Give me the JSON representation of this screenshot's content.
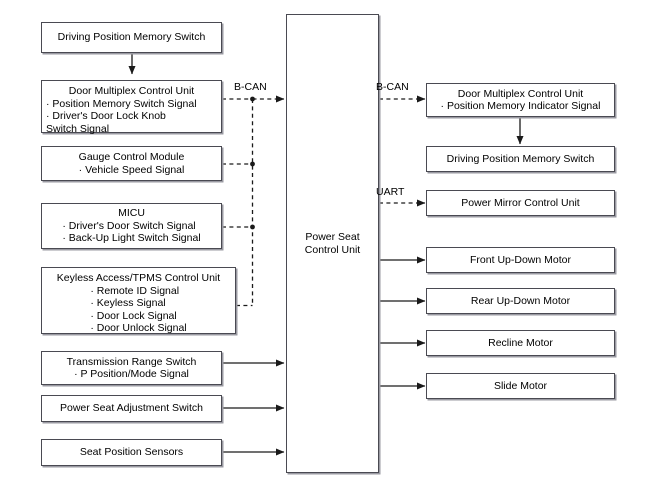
{
  "diagram": {
    "title": "Power Seat Control Unit System Diagram",
    "colors": {
      "box_border": "#4a4a52",
      "box_shadow": "#9a9aa2",
      "wire": "#1a1a1a",
      "background": "#ffffff"
    }
  },
  "center": {
    "name": "Power Seat Control Unit",
    "line1": "Power Seat",
    "line2": "Control Unit"
  },
  "left_inputs": [
    {
      "id": "driving-position-memory-switch",
      "title": "Driving Position Memory Switch",
      "signals": []
    },
    {
      "id": "door-multiplex-control-unit",
      "title": "Door Multiplex Control Unit",
      "signals": [
        "· Position Memory Switch Signal",
        "· Driver's Door Lock Knob",
        "Switch Signal"
      ]
    },
    {
      "id": "gauge-control-module",
      "title": "Gauge Control Module",
      "signals": [
        "· Vehicle Speed Signal"
      ]
    },
    {
      "id": "micu",
      "title": "MICU",
      "signals": [
        "· Driver's Door Switch Signal",
        "· Back-Up Light Switch Signal"
      ]
    },
    {
      "id": "keyless-access-tpms-control-unit",
      "title": "Keyless Access/TPMS Control Unit",
      "signals": [
        "· Remote ID Signal",
        "· Keyless Signal",
        "· Door Lock Signal",
        "· Door Unlock Signal"
      ]
    },
    {
      "id": "transmission-range-switch",
      "title": "Transmission Range Switch",
      "signals": [
        "· P Position/Mode Signal"
      ]
    },
    {
      "id": "power-seat-adjustment-switch",
      "title": "Power Seat Adjustment Switch",
      "signals": []
    },
    {
      "id": "seat-position-sensors",
      "title": "Seat Position Sensors",
      "signals": []
    }
  ],
  "right_outputs": [
    {
      "id": "door-multiplex-control-unit-out",
      "title": "Door Multiplex Control Unit",
      "signals": [
        "· Position Memory Indicator Signal"
      ]
    },
    {
      "id": "driving-position-memory-switch-out",
      "title": "Driving Position Memory Switch",
      "signals": []
    },
    {
      "id": "power-mirror-control-unit",
      "title": "Power Mirror Control Unit",
      "signals": []
    },
    {
      "id": "front-up-down-motor",
      "title": "Front Up-Down Motor",
      "signals": []
    },
    {
      "id": "rear-up-down-motor",
      "title": "Rear Up-Down Motor",
      "signals": []
    },
    {
      "id": "recline-motor",
      "title": "Recline Motor",
      "signals": []
    },
    {
      "id": "slide-motor",
      "title": "Slide Motor",
      "signals": []
    }
  ],
  "bus_labels": {
    "bcan_left": "B-CAN",
    "bcan_right": "B-CAN",
    "uart": "UART"
  },
  "chart_data": {
    "type": "diagram",
    "nodes": [
      "Driving Position Memory Switch",
      "Door Multiplex Control Unit",
      "Gauge Control Module",
      "MICU",
      "Keyless Access/TPMS Control Unit",
      "Transmission Range Switch",
      "Power Seat Adjustment Switch",
      "Seat Position Sensors",
      "Power Seat Control Unit",
      "Door Multiplex Control Unit",
      "Driving Position Memory Switch",
      "Power Mirror Control Unit",
      "Front Up-Down Motor",
      "Rear Up-Down Motor",
      "Recline Motor",
      "Slide Motor"
    ],
    "edges": [
      {
        "from": "Driving Position Memory Switch",
        "to": "Door Multiplex Control Unit",
        "style": "solid"
      },
      {
        "from": "Door Multiplex Control Unit",
        "to": "Power Seat Control Unit",
        "style": "dashed",
        "label": "B-CAN"
      },
      {
        "from": "Gauge Control Module",
        "to": "Power Seat Control Unit",
        "style": "dashed",
        "label": "B-CAN"
      },
      {
        "from": "MICU",
        "to": "Power Seat Control Unit",
        "style": "dashed",
        "label": "B-CAN"
      },
      {
        "from": "Keyless Access/TPMS Control Unit",
        "to": "Power Seat Control Unit",
        "style": "dashed",
        "label": "B-CAN"
      },
      {
        "from": "Transmission Range Switch",
        "to": "Power Seat Control Unit",
        "style": "solid"
      },
      {
        "from": "Power Seat Adjustment Switch",
        "to": "Power Seat Control Unit",
        "style": "solid"
      },
      {
        "from": "Seat Position Sensors",
        "to": "Power Seat Control Unit",
        "style": "solid"
      },
      {
        "from": "Power Seat Control Unit",
        "to": "Door Multiplex Control Unit",
        "style": "dashed",
        "label": "B-CAN"
      },
      {
        "from": "Door Multiplex Control Unit",
        "to": "Driving Position Memory Switch",
        "style": "solid"
      },
      {
        "from": "Power Seat Control Unit",
        "to": "Power Mirror Control Unit",
        "style": "dashed",
        "label": "UART"
      },
      {
        "from": "Power Seat Control Unit",
        "to": "Front Up-Down Motor",
        "style": "solid"
      },
      {
        "from": "Power Seat Control Unit",
        "to": "Rear Up-Down Motor",
        "style": "solid"
      },
      {
        "from": "Power Seat Control Unit",
        "to": "Recline Motor",
        "style": "solid"
      },
      {
        "from": "Power Seat Control Unit",
        "to": "Slide Motor",
        "style": "solid"
      }
    ]
  }
}
